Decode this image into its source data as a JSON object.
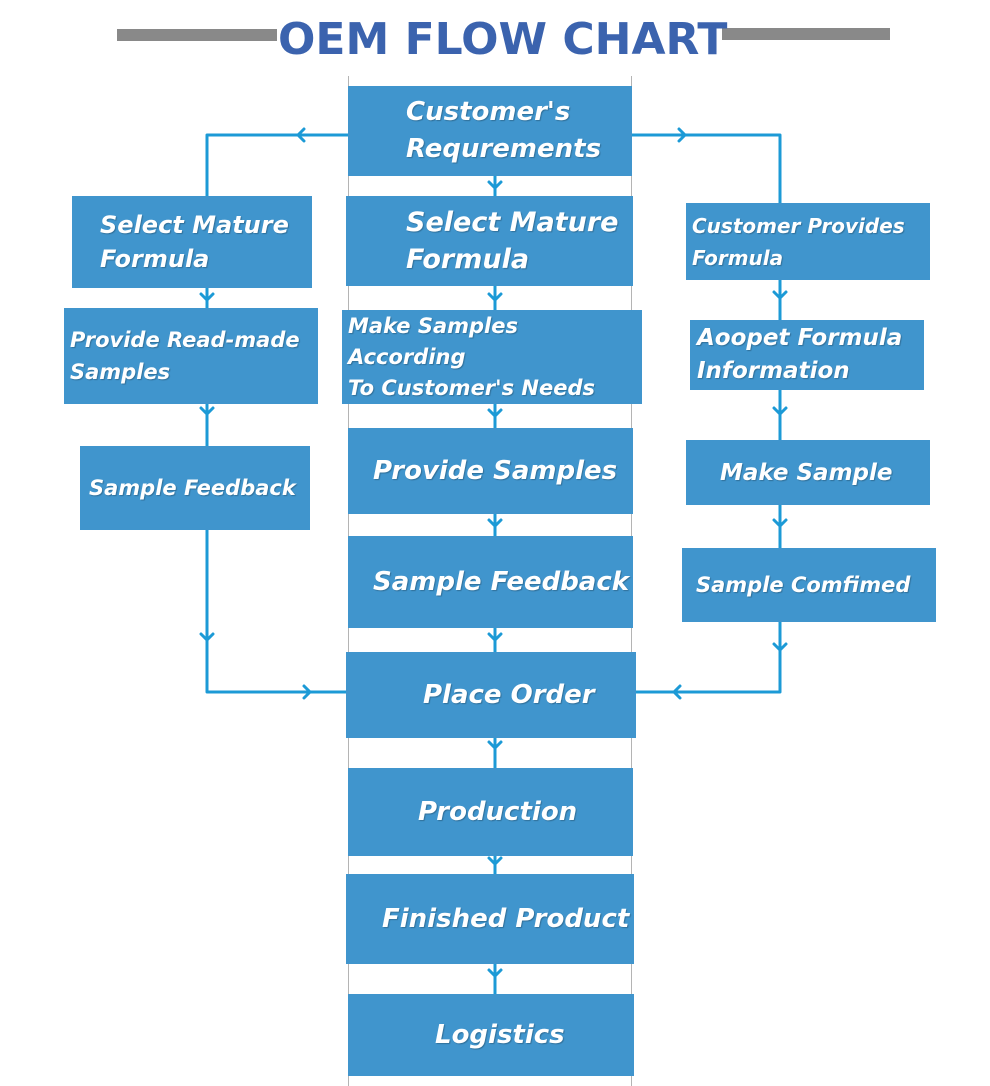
{
  "title": "OEM FLOW CHART",
  "colors": {
    "box": "#4095cd",
    "connector": "#1c9ad6",
    "title": "#3b63ae",
    "title_bar": "#898989"
  },
  "center": {
    "customer_requirements": "Customer's\nRequrements",
    "select_mature_formula": "Select Mature\nFormula",
    "make_samples": "Make Samples According\nTo Customer's Needs",
    "provide_samples": "Provide Samples",
    "sample_feedback": "Sample Feedback",
    "place_order": "Place Order",
    "production": "Production",
    "finished_product": "Finished Product",
    "logistics": "Logistics"
  },
  "left": {
    "select_mature_formula": "Select Mature\nFormula",
    "provide_ready_made_samples": "Provide Read-made\nSamples",
    "sample_feedback": "Sample Feedback"
  },
  "right": {
    "customer_provides_formula": "Customer Provides\nFormula",
    "aoopet_formula_information": "Aoopet Formula\nInformation",
    "make_sample": "Make Sample",
    "sample_confirmed": "Sample Comfimed"
  }
}
